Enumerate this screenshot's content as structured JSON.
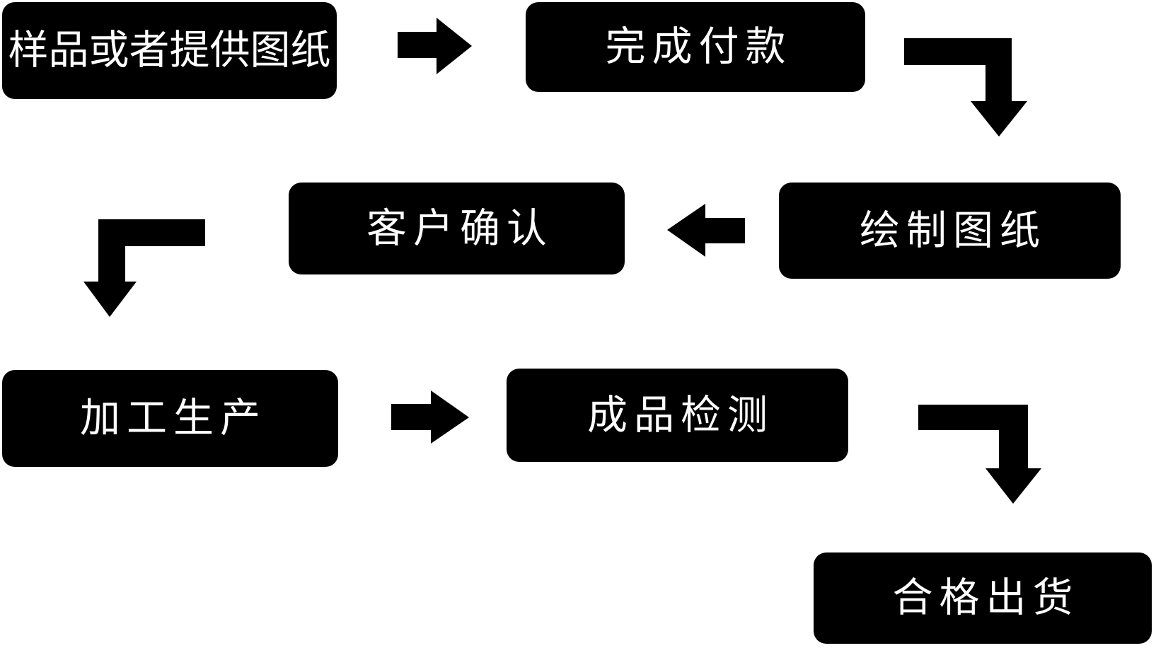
{
  "diagram": {
    "type": "flowchart",
    "colors": {
      "background": "#ffffff",
      "node_fill": "#000000",
      "node_text": "#ffffff",
      "arrow": "#000000"
    },
    "nodes": [
      {
        "id": "sample-or-drawing",
        "label": "样品或者提供图纸"
      },
      {
        "id": "complete-payment",
        "label": "完成付款"
      },
      {
        "id": "customer-confirmation",
        "label": "客户确认"
      },
      {
        "id": "draw-drawings",
        "label": "绘制图纸"
      },
      {
        "id": "processing-production",
        "label": "加工生产"
      },
      {
        "id": "product-inspection",
        "label": "成品检测"
      },
      {
        "id": "qualified-shipment",
        "label": "合格出货"
      }
    ],
    "edges": [
      {
        "from": "sample-or-drawing",
        "to": "complete-payment",
        "arrow": "right"
      },
      {
        "from": "complete-payment",
        "to": "draw-drawings",
        "arrow": "elbow-down-right"
      },
      {
        "from": "draw-drawings",
        "to": "customer-confirmation",
        "arrow": "left"
      },
      {
        "from": "customer-confirmation",
        "to": "processing-production",
        "arrow": "elbow-down-left"
      },
      {
        "from": "processing-production",
        "to": "product-inspection",
        "arrow": "right"
      },
      {
        "from": "product-inspection",
        "to": "qualified-shipment",
        "arrow": "elbow-down-right"
      }
    ]
  }
}
